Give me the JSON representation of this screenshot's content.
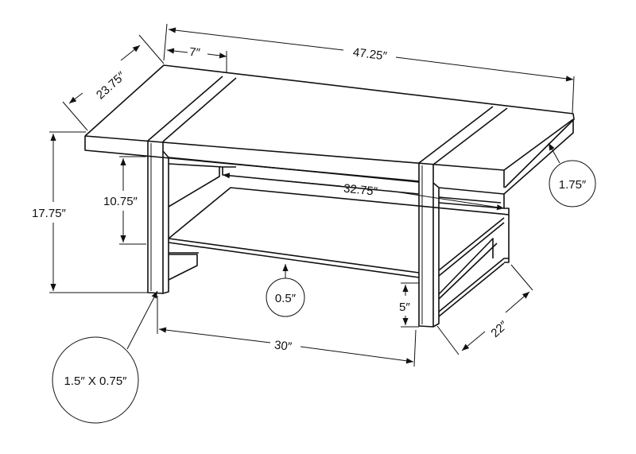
{
  "diagram": {
    "subject": "coffee-table-dimension-drawing",
    "colors": {
      "line": "#111111",
      "background": "#ffffff"
    },
    "dimensions": {
      "overall_length": "47.25″",
      "depth": "23.75″",
      "top_inset": "7″",
      "overall_height": "17.75″",
      "shelf_clearance_height": "10.75″",
      "top_thickness": "1.75″",
      "inner_shelf_length": "32.75″",
      "shelf_thickness": "0.5″",
      "shelf_floor_clearance": "5″",
      "leg_span_length": "30″",
      "leg_span_depth": "22″",
      "leg_profile": "1.5″ X 0.75″"
    }
  }
}
